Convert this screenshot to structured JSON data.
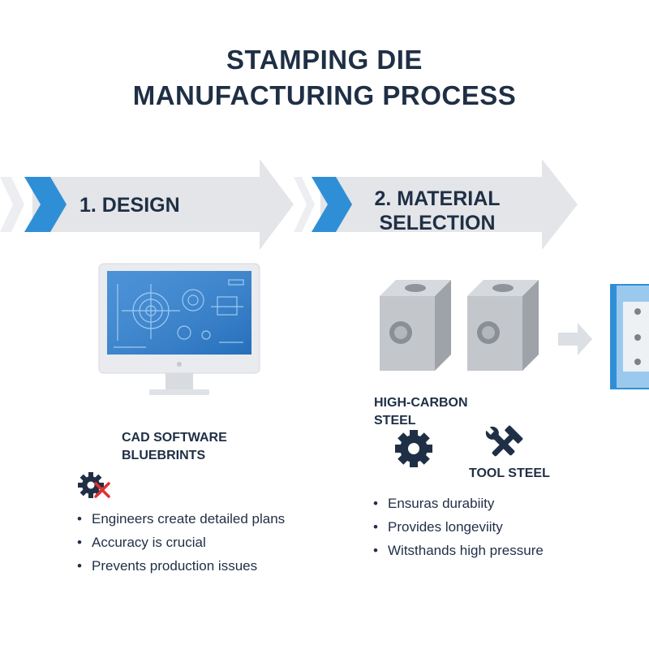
{
  "title": {
    "line1": "STAMPING DIE",
    "line2": "MANUFACTURING PROCESS"
  },
  "steps": [
    {
      "label": "1. DESIGN",
      "caption_line1": "CAD SOFTWARE",
      "caption_line2": "BLUEBRINTS",
      "bullets": [
        "Engineers create detailed plans",
        "Accuracy is crucial",
        "Prevents production issues"
      ]
    },
    {
      "label_line1": "2. MATERIAL",
      "label_line2": "SELECTION",
      "material_a_line1": "HIGH-CARBON",
      "material_a_line2": "STEEL",
      "material_b": "TOOL STEEL",
      "bullets": [
        "Ensuras durabiity",
        "Provides longeviity",
        "Witsthands high pressure"
      ]
    }
  ],
  "icons": {
    "design_small": "gear-cross-icon",
    "material_a": "gear-icon",
    "material_b": "wrench-hammer-icon"
  },
  "colors": {
    "arrow": "#e3e5e8",
    "accent": "#2f8fd6",
    "text": "#1f2f45",
    "screen": "#2d7fd0",
    "steel": "#b8bcc2"
  }
}
